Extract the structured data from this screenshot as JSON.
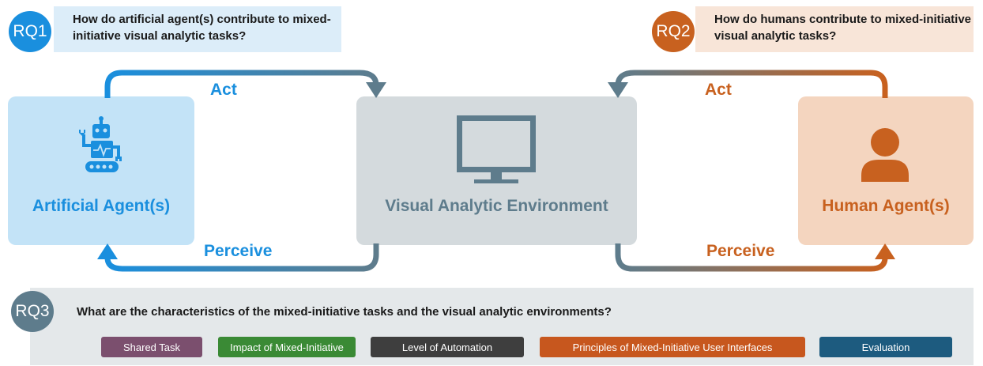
{
  "colors": {
    "blue": "#1a8fde",
    "orange": "#c8611f",
    "slate": "#5e7c8c",
    "artificial_card": "#c3e3f7",
    "environment_card": "#d4dadd",
    "human_card": "#f4d5bf",
    "rq1_bg": "#dcedf9",
    "rq2_bg": "#f8e5d8",
    "rq3_bg": "#e4e8ea"
  },
  "rq1": {
    "badge": "RQ1",
    "question": "How do artificial agent(s) contribute to mixed-initiative visual analytic tasks?"
  },
  "rq2": {
    "badge": "RQ2",
    "question": "How do humans contribute to mixed-initiative visual analytic tasks?"
  },
  "rq3": {
    "badge": "RQ3",
    "question": "What are the characteristics of the mixed-initiative tasks and the visual analytic environments?"
  },
  "nodes": {
    "artificial": {
      "label": "Artificial Agent(s)",
      "icon": "robot-icon"
    },
    "environment": {
      "label": "Visual Analytic Environment",
      "icon": "monitor-icon"
    },
    "human": {
      "label": "Human Agent(s)",
      "icon": "person-icon"
    }
  },
  "flows": {
    "left_act": "Act",
    "left_perceive": "Perceive",
    "right_act": "Act",
    "right_perceive": "Perceive"
  },
  "categories": [
    {
      "label": "Shared Task",
      "color": "#7b4f6e"
    },
    {
      "label": "Impact of Mixed-Initiative",
      "color": "#3a8a35"
    },
    {
      "label": "Level of Automation",
      "color": "#3e3e3e"
    },
    {
      "label": "Principles of Mixed-Initiative User Interfaces",
      "color": "#c7571e"
    },
    {
      "label": "Evaluation",
      "color": "#1d5b7f"
    }
  ]
}
